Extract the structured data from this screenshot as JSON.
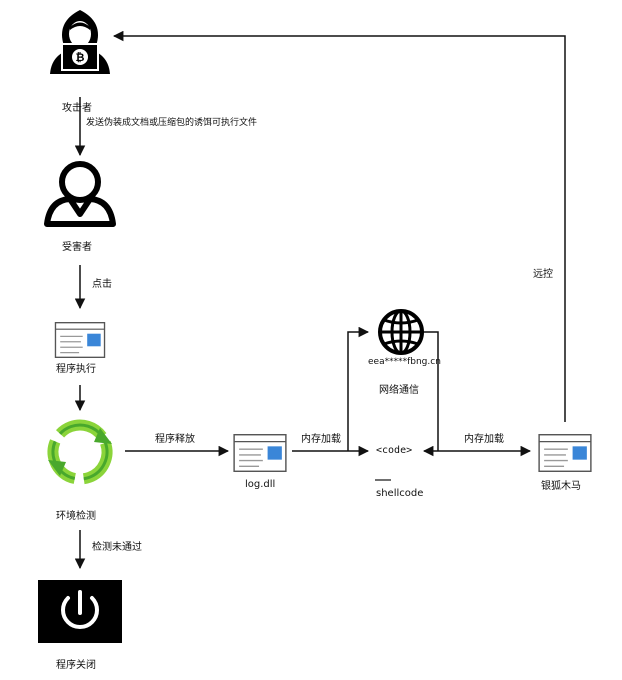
{
  "nodes": {
    "attacker": "攻击者",
    "victim": "受害者",
    "program_exec": "程序执行",
    "env_check": "环境检测",
    "program_close": "程序关闭",
    "log_dll": "log.dll",
    "code": "<code>",
    "shellcode": "shellcode",
    "domain": "eea*****fbng.cn",
    "network": "网络通信",
    "trojan": "银狐木马"
  },
  "edges": {
    "send": "发送伪装成文档或压缩包的诱饵可执行文件",
    "click": "点击",
    "release": "程序释放",
    "load1": "内存加载",
    "load2": "内存加载",
    "remote": "远控",
    "fail": "检测未通过"
  },
  "icons": {
    "attacker": "hooded-hacker-bitcoin-laptop-icon",
    "victim": "user-avatar-icon",
    "window": "app-window-icon",
    "recycle": "cycle-arrows-icon",
    "power": "power-icon",
    "globe": "globe-icon"
  },
  "colors": {
    "line": "#111111",
    "window_accent": "#3a86d8",
    "cycle_light": "#8bd43a",
    "cycle_dark": "#49a82c",
    "power_bg": "#000000"
  }
}
